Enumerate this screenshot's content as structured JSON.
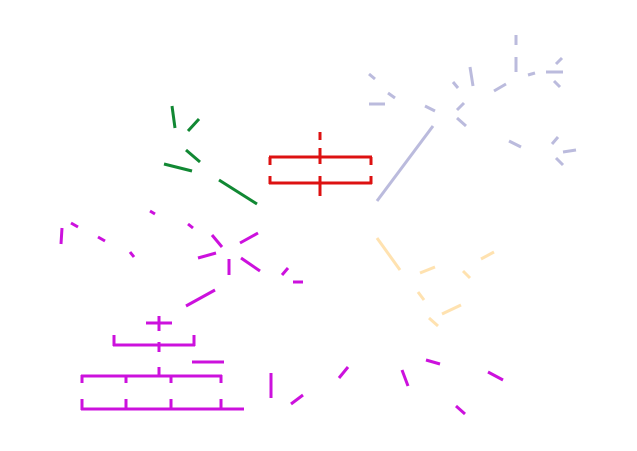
{
  "figure": {
    "kind": "abstract-diagram",
    "text_labels": []
  },
  "palette": {
    "red": "#dd1111",
    "green": "#118833",
    "magenta": "#cc11dd",
    "lavender": "#bbbbdd",
    "peach": "#ffe2b0",
    "background": "#ffffff"
  },
  "groups": [
    {
      "id": "red-bracket-group",
      "color": "red"
    },
    {
      "id": "green-branch-group",
      "color": "green"
    },
    {
      "id": "magenta-network-group",
      "color": "magenta"
    },
    {
      "id": "lavender-network-group",
      "color": "lavender"
    },
    {
      "id": "peach-branch-group",
      "color": "peach"
    }
  ]
}
